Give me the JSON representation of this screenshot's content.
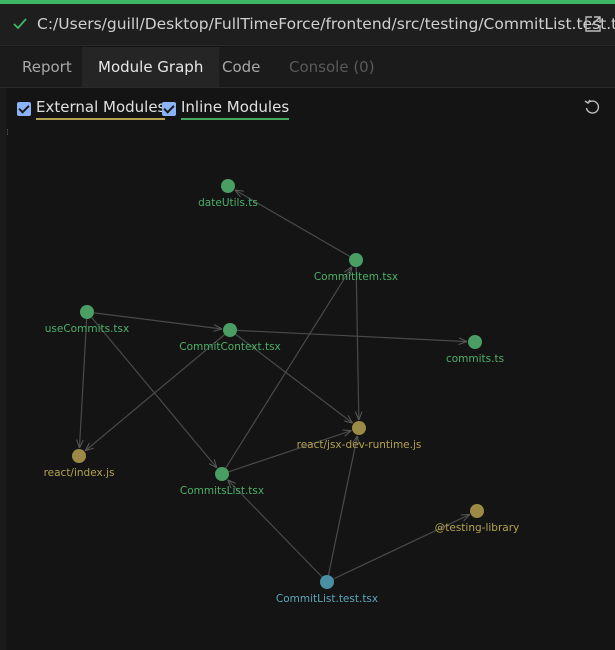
{
  "header": {
    "status": "check-icon",
    "path": "C:/Users/guill/Desktop/FullTimeForce/frontend/src/testing/CommitList.test.tsx",
    "open_icon": "external-link-icon"
  },
  "tabs": [
    {
      "label": "Report",
      "state": "normal"
    },
    {
      "label": "Module Graph",
      "state": "active"
    },
    {
      "label": "Code",
      "state": "normal"
    },
    {
      "label": "Console (0)",
      "state": "disabled"
    }
  ],
  "filters": {
    "external": {
      "label": "External Modules",
      "checked": true
    },
    "inline": {
      "label": "Inline Modules",
      "checked": true
    }
  },
  "colors": {
    "accent": "#3fb866",
    "inline_node": "#4a9e64",
    "external_node": "#9a8a45",
    "entry_node": "#4a8fa3",
    "inline_text": "#4caf6a",
    "external_text": "#b3a24f",
    "entry_text": "#5aa6bd",
    "edge": "#4a4a4a"
  },
  "graph": {
    "nodes": [
      {
        "id": "dateUtils",
        "label": "dateUtils.ts",
        "kind": "inline"
      },
      {
        "id": "commitItem",
        "label": "CommitItem.tsx",
        "kind": "inline"
      },
      {
        "id": "useCommits",
        "label": "useCommits.tsx",
        "kind": "inline"
      },
      {
        "id": "commitContext",
        "label": "CommitContext.tsx",
        "kind": "inline"
      },
      {
        "id": "commitsTs",
        "label": "commits.ts",
        "kind": "inline"
      },
      {
        "id": "jsxRuntime",
        "label": "react/jsx-dev-runtime.js",
        "kind": "external"
      },
      {
        "id": "reactIndex",
        "label": "react/index.js",
        "kind": "external"
      },
      {
        "id": "commitsList",
        "label": "CommitsList.tsx",
        "kind": "inline"
      },
      {
        "id": "testingLib",
        "label": "@testing-library",
        "kind": "external"
      },
      {
        "id": "commitListTest",
        "label": "CommitList.test.tsx",
        "kind": "entry"
      }
    ],
    "edges": [
      {
        "from": "commitItem",
        "to": "dateUtils"
      },
      {
        "from": "commitItem",
        "to": "jsxRuntime"
      },
      {
        "from": "useCommits",
        "to": "commitContext"
      },
      {
        "from": "useCommits",
        "to": "reactIndex"
      },
      {
        "from": "useCommits",
        "to": "commitsList"
      },
      {
        "from": "commitContext",
        "to": "commitsTs"
      },
      {
        "from": "commitContext",
        "to": "jsxRuntime"
      },
      {
        "from": "commitContext",
        "to": "reactIndex"
      },
      {
        "from": "commitsList",
        "to": "commitItem"
      },
      {
        "from": "commitsList",
        "to": "jsxRuntime"
      },
      {
        "from": "commitListTest",
        "to": "commitsList"
      },
      {
        "from": "commitListTest",
        "to": "jsxRuntime"
      },
      {
        "from": "commitListTest",
        "to": "testingLib"
      }
    ]
  },
  "toolbar": {
    "reset_icon": "reset-icon"
  }
}
